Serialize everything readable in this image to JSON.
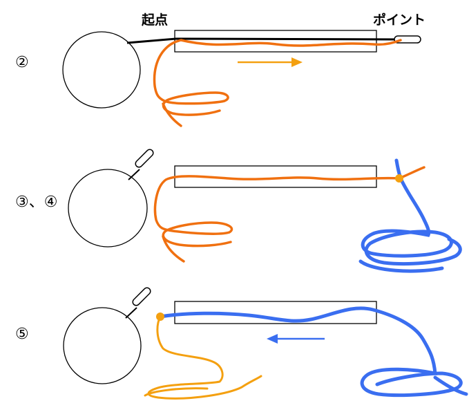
{
  "labels": {
    "start": "起点",
    "point": "ポイント",
    "step_2": "②",
    "step_3_4": "③、④",
    "step_5": "⑤"
  },
  "colors": {
    "orange": "#f07010",
    "yellow_orange": "#f4a010",
    "blue": "#3a6ef0",
    "outline": "#000000"
  },
  "icons": [
    "circle-spool-icon",
    "needle-icon",
    "knot-icon",
    "direction-arrow-icon"
  ]
}
